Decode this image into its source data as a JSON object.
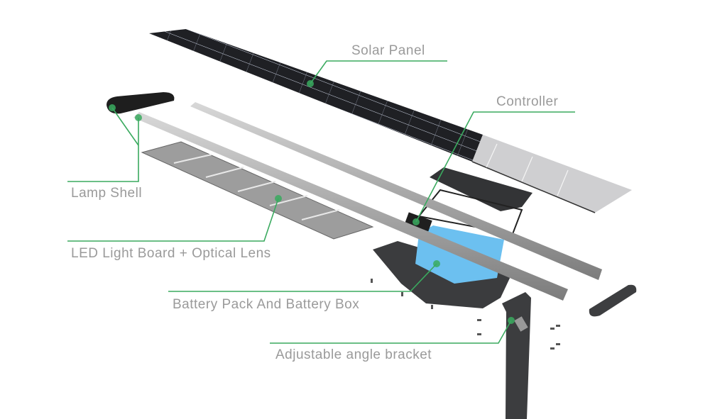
{
  "labels": {
    "solar_panel": "Solar Panel",
    "controller": "Controller",
    "lamp_shell": "Lamp Shell",
    "led_board": "LED Light Board + Optical Lens",
    "battery": "Battery Pack And Battery Box",
    "bracket": "Adjustable angle bracket"
  },
  "colors": {
    "leader_line": "#3aaa5f",
    "label_text": "#9a9a9a",
    "battery_blue": "#6cc0f0"
  }
}
